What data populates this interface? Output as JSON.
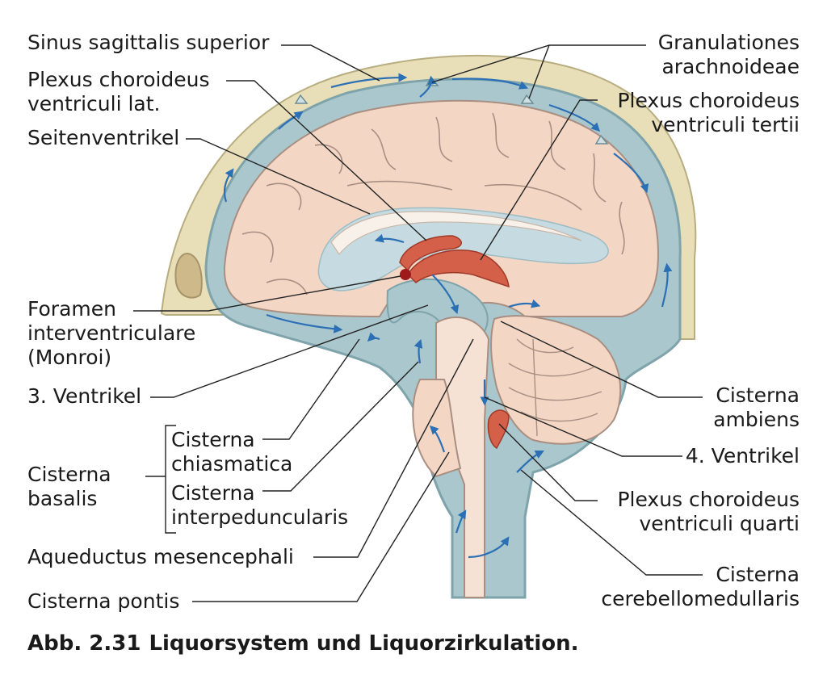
{
  "labels": {
    "sinus_sagittalis_superior": "Sinus sagittalis superior",
    "plexus_choroideus_lat_1": "Plexus choroideus",
    "plexus_choroideus_lat_2": "ventriculi lat.",
    "seitenventrikel": "Seitenventrikel",
    "foramen_1": "Foramen",
    "foramen_2": "interventriculare",
    "foramen_3": "(Monroi)",
    "ventrikel_3": "3. Ventrikel",
    "cisterna_basalis_1": "Cisterna",
    "cisterna_basalis_2": "basalis",
    "cisterna_chiasmatica_1": "Cisterna",
    "cisterna_chiasmatica_2": "chiasmatica",
    "cisterna_interpeduncularis_1": "Cisterna",
    "cisterna_interpeduncularis_2": "interpeduncularis",
    "aqueductus": "Aqueductus mesencephali",
    "cisterna_pontis": "Cisterna pontis",
    "granulationes_1": "Granulationes",
    "granulationes_2": "arachnoideae",
    "plexus_tertii_1": "Plexus choroideus",
    "plexus_tertii_2": "ventriculi tertii",
    "cisterna_ambiens_1": "Cisterna",
    "cisterna_ambiens_2": "ambiens",
    "ventrikel_4": "4. Ventrikel",
    "plexus_quarti_1": "Plexus choroideus",
    "plexus_quarti_2": "ventriculi quarti",
    "cisterna_cerebellomedullaris_1": "Cisterna",
    "cisterna_cerebellomedullaris_2": "cerebellomedullaris"
  },
  "caption": {
    "number": "Abb. 2.31",
    "title": "Liquorsystem und Liquorzirkulation."
  },
  "colors": {
    "skull": "#e8dfb8",
    "skull_edge": "#b8ad80",
    "csf": "#a9c7cd",
    "csf_dark": "#7ea3aa",
    "brain": "#f3d6c4",
    "brain_edge": "#a98f82",
    "ventricle": "#c5dbe1",
    "plexus": "#d4604a",
    "arrow": "#2b6fb5"
  }
}
